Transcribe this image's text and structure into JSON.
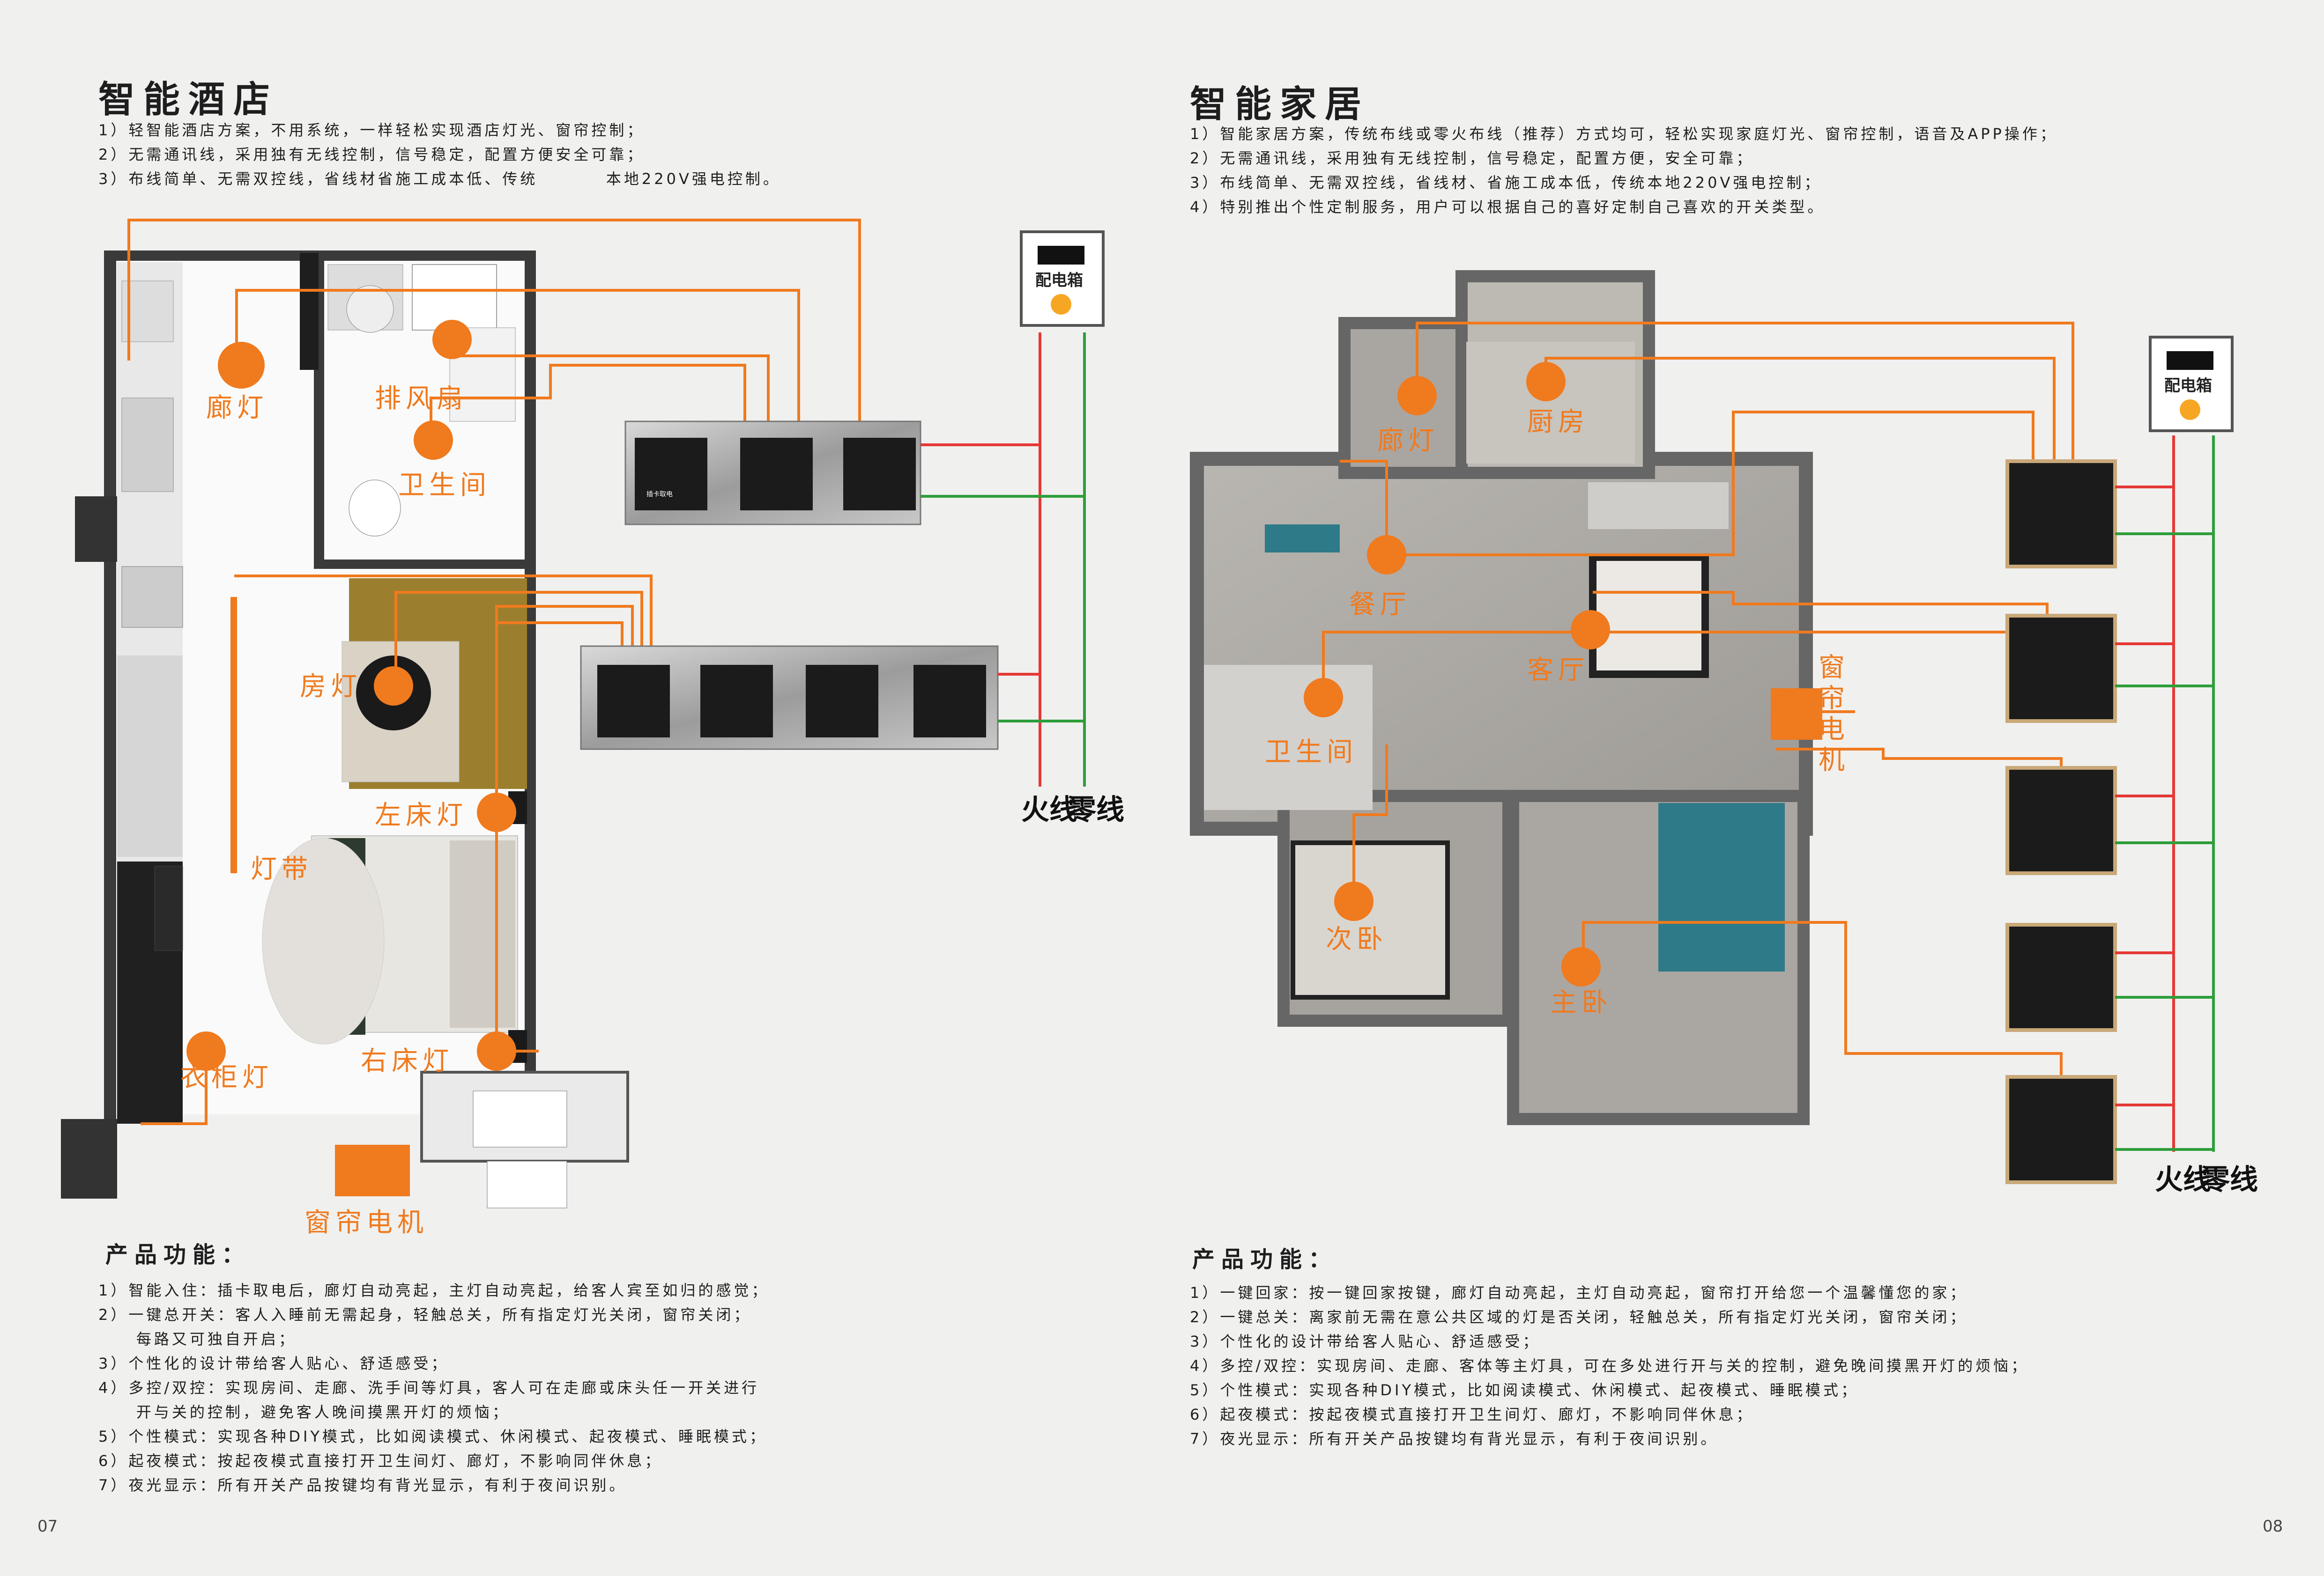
{
  "left": {
    "title": "智能酒店",
    "desc": "1）轻智能酒店方案，不用系统，一样轻松实现酒店灯光、窗帘控制；\n2）无需通讯线，采用独有无线控制，信号稳定，配置方便安全可靠；\n3）布线简单、无需双控线，省线材省施工成本低、传统         本地220V强电控制。",
    "labels": {
      "corridor": "廊灯",
      "fan": "排风扇",
      "bathroom": "卫生间",
      "room": "房灯",
      "left_bed": "左床灯",
      "strip": "灯带",
      "wardrobe": "衣柜灯",
      "right_bed": "右床灯",
      "curtain": "窗帘电机"
    },
    "box_label": "配电箱",
    "fire": "火线",
    "neutral": "零线",
    "card_switch": "插卡取电",
    "features_title": "产品功能：",
    "features": "1）智能入住：插卡取电后，廊灯自动亮起，主灯自动亮起，给客人宾至如归的感觉；\n2）一键总开关：客人入睡前无需起身，轻触总关，所有指定灯光关闭，窗帘关闭；\n     每路又可独自开启；\n3）个性化的设计带给客人贴心、舒适感受；\n4）多控/双控：实现房间、走廊、洗手间等灯具，客人可在走廊或床头任一开关进行\n     开与关的控制，避免客人晚间摸黑开灯的烦恼；\n5）个性模式：实现各种DIY模式，比如阅读模式、休闲模式、起夜模式、睡眠模式；\n6）起夜模式：按起夜模式直接打开卫生间灯、廊灯，不影响同伴休息；\n7）夜光显示：所有开关产品按键均有背光显示，有利于夜间识别。",
    "page": "07"
  },
  "right": {
    "title": "智能家居",
    "desc": "1）智能家居方案，传统布线或零火布线（推荐）方式均可，轻松实现家庭灯光、窗帘控制，语音及APP操作；\n2）无需通讯线，采用独有无线控制，信号稳定，配置方便，安全可靠；\n3）布线简单、无需双控线，省线材、省施工成本低，传统本地220V强电控制；\n4）特别推出个性定制服务，用户可以根据自己的喜好定制自己喜欢的开关类型。",
    "labels": {
      "corridor": "廊灯",
      "kitchen": "厨房",
      "dining": "餐厅",
      "living": "客厅",
      "bathroom": "卫生间",
      "second": "次卧",
      "master": "主卧",
      "curtain": "窗帘电机"
    },
    "box_label": "配电箱",
    "fire": "火线",
    "neutral": "零线",
    "features_title": "产品功能：",
    "features": "1）一键回家：按一键回家按键，廊灯自动亮起，主灯自动亮起，窗帘打开给您一个温馨懂您的家；\n2）一键总关：离家前无需在意公共区域的灯是否关闭，轻触总关，所有指定灯光关闭，窗帘关闭；\n3）个性化的设计带给客人贴心、舒适感受；\n4）多控/双控：实现房间、走廊、客体等主灯具，可在多处进行开与关的控制，避免晚间摸黑开灯的烦恼；\n5）个性模式：实现各种DIY模式，比如阅读模式、休闲模式、起夜模式、睡眠模式；\n6）起夜模式：按起夜模式直接打开卫生间灯、廊灯，不影响同伴休息；\n7）夜光显示：所有开关产品按键均有背光显示，有利于夜间识别。",
    "page": "08"
  },
  "colors": {
    "accent": "#f07a1e",
    "fire": "#e53935",
    "neutral": "#2e9e3a",
    "panel": "#1b1b1b"
  }
}
